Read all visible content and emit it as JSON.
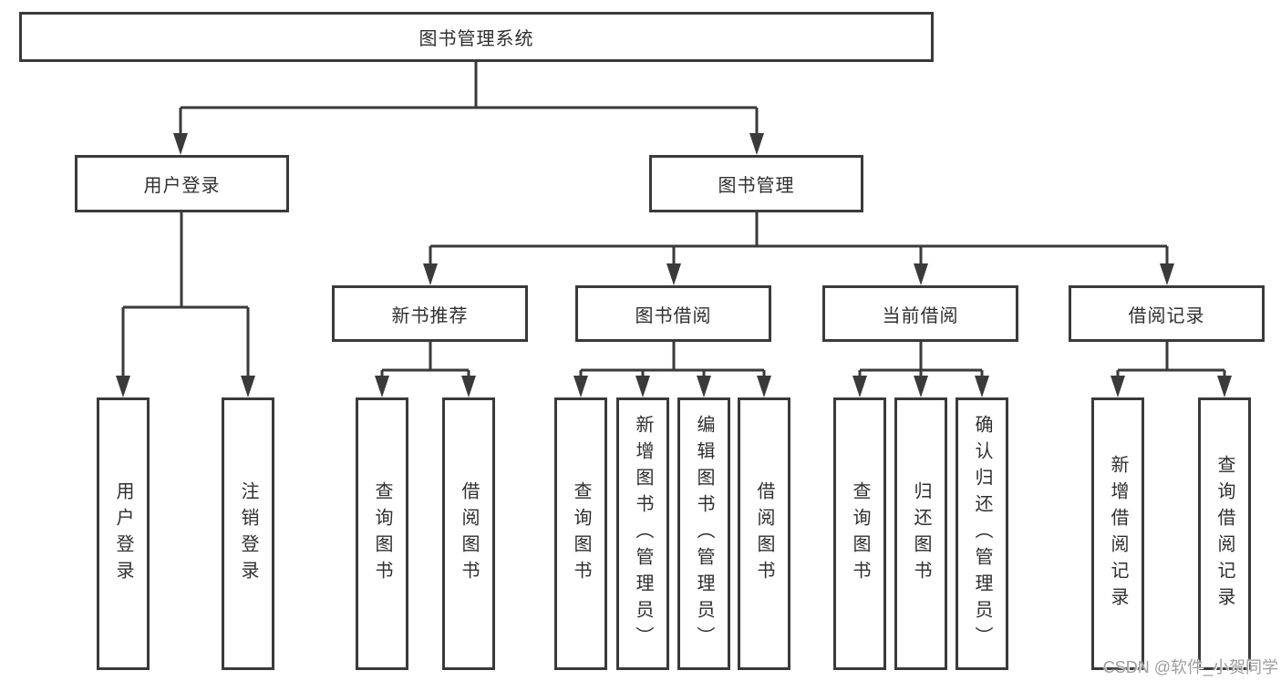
{
  "tree": {
    "root": {
      "label": "图书管理系统"
    },
    "level1": [
      {
        "label": "用户登录"
      },
      {
        "label": "图书管理"
      }
    ],
    "level2": [
      {
        "label": "新书推荐",
        "parent": "图书管理"
      },
      {
        "label": "图书借阅",
        "parent": "图书管理"
      },
      {
        "label": "当前借阅",
        "parent": "图书管理"
      },
      {
        "label": "借阅记录",
        "parent": "图书管理"
      }
    ],
    "leaves": [
      {
        "label": "用户登录",
        "parent": "用户登录"
      },
      {
        "label": "注销登录",
        "parent": "用户登录"
      },
      {
        "label": "查询图书",
        "parent": "新书推荐"
      },
      {
        "label": "借阅图书",
        "parent": "新书推荐"
      },
      {
        "label": "查询图书",
        "parent": "图书借阅"
      },
      {
        "label": "新增图书（管理员）",
        "parent": "图书借阅"
      },
      {
        "label": "编辑图书（管理员）",
        "parent": "图书借阅"
      },
      {
        "label": "借阅图书",
        "parent": "图书借阅"
      },
      {
        "label": "查询图书",
        "parent": "当前借阅"
      },
      {
        "label": "归还图书",
        "parent": "当前借阅"
      },
      {
        "label": "确认归还（管理员）",
        "parent": "当前借阅"
      },
      {
        "label": "新增借阅记录",
        "parent": "借阅记录"
      },
      {
        "label": "查询借阅记录",
        "parent": "借阅记录"
      }
    ]
  },
  "watermark": {
    "text": "CSDN @软件_小贺同学"
  },
  "colors": {
    "line": "#3a3a3a",
    "text": "#2f2f2f",
    "watermark": "#9e9e9e",
    "background": "#ffffff"
  }
}
